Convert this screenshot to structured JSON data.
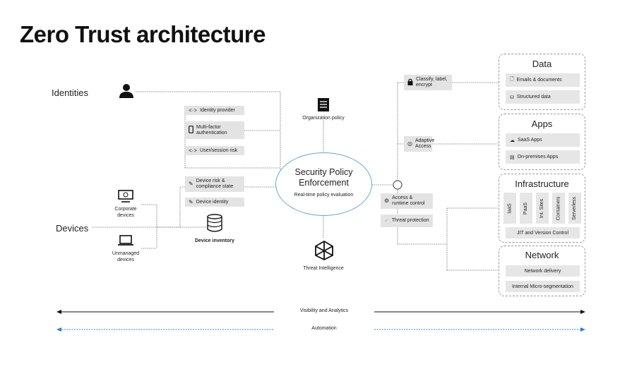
{
  "title": "Zero Trust architecture",
  "left": {
    "identities_label": "Identities",
    "devices_label": "Devices",
    "corporate_devices": "Corporate\ndevices",
    "unmanaged_devices": "Unmanaged\ndevices",
    "device_inventory": "Device inventory"
  },
  "identity_chips": {
    "identity_provider": "Identity provider",
    "mfa": "Multi-factor authentication",
    "risk": "User/session risk"
  },
  "device_chips": {
    "device_risk": "Device risk & compliance state",
    "device_identity": "Device identity"
  },
  "center": {
    "org_policy": "Organization policy",
    "spe_title": "Security Policy Enforcement",
    "spe_sub": "Real-time policy evaluation",
    "threat_intel": "Threat Intelligence"
  },
  "right_chips": {
    "classify": "Classify, label, encrypt",
    "adaptive": "Adaptive Access",
    "access_runtime": "Access & runtime control",
    "threat_protection": "Threat protection"
  },
  "panels": {
    "data": {
      "title": "Data",
      "items": [
        "Emails & documents",
        "Structured data"
      ]
    },
    "apps": {
      "title": "Apps",
      "items": [
        "SaaS Apps",
        "On-premises Apps"
      ]
    },
    "infrastructure": {
      "title": "Infrastructure",
      "columns": [
        "IaaS",
        "PaaS",
        "Int. Sites",
        "Containers",
        "Serverless"
      ],
      "footer": "JIT and Version Control"
    },
    "network": {
      "title": "Network",
      "items": [
        "Network delivery",
        "Internal Micro-segmentation"
      ]
    }
  },
  "bottom": {
    "visibility": "Visibility  and Analytics",
    "automation": "Automation"
  },
  "colors": {
    "blue": "#2f7fd1",
    "ellipse_border": "#6aa6d6",
    "chip_bg": "#e3e3e3",
    "dark": "#111111"
  },
  "icons": [
    "person-icon",
    "monitor-icon",
    "laptop-icon",
    "database-icon",
    "document-icon",
    "network-globe-icon",
    "lock-icon",
    "fingerprint-icon",
    "gears-icon",
    "shield-icon",
    "arrows-icon",
    "phone-icon",
    "pen-icon",
    "file-icon",
    "cloud-icon",
    "server-icon"
  ]
}
